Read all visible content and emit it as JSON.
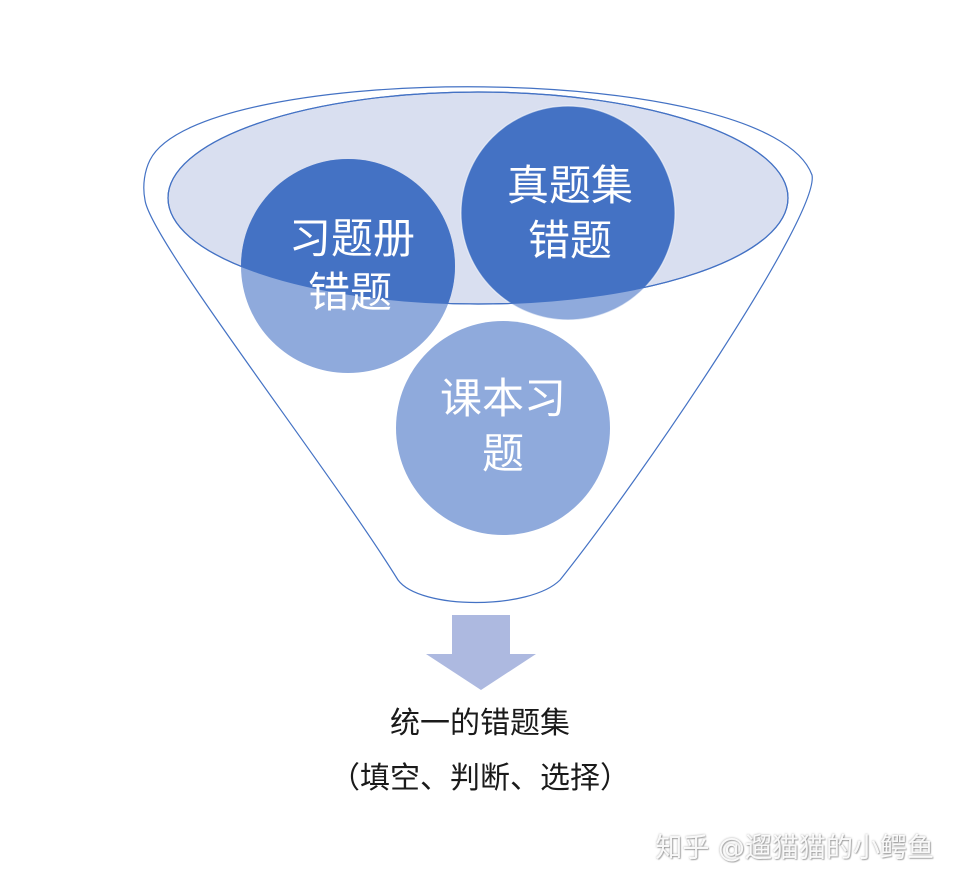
{
  "funnel": {
    "circles": [
      {
        "id": "circle-exercise-book",
        "line1": "习题册",
        "line2": "错题"
      },
      {
        "id": "circle-real-exam",
        "line1": "真题集",
        "line2": "错题"
      },
      {
        "id": "circle-textbook",
        "line1": "课本习",
        "line2": "题"
      }
    ]
  },
  "result": {
    "title": "统一的错题集",
    "subtitle": "（填空、判断、选择）"
  },
  "watermark": "知乎 @遛猫猫的小鳄鱼",
  "colors": {
    "funnel_stroke": "#4472c4",
    "funnel_top_fill": "#d9dff0",
    "circle_dark": "#4472c4",
    "circle_light": "#8faadc",
    "arrow": "#adb9e0"
  }
}
